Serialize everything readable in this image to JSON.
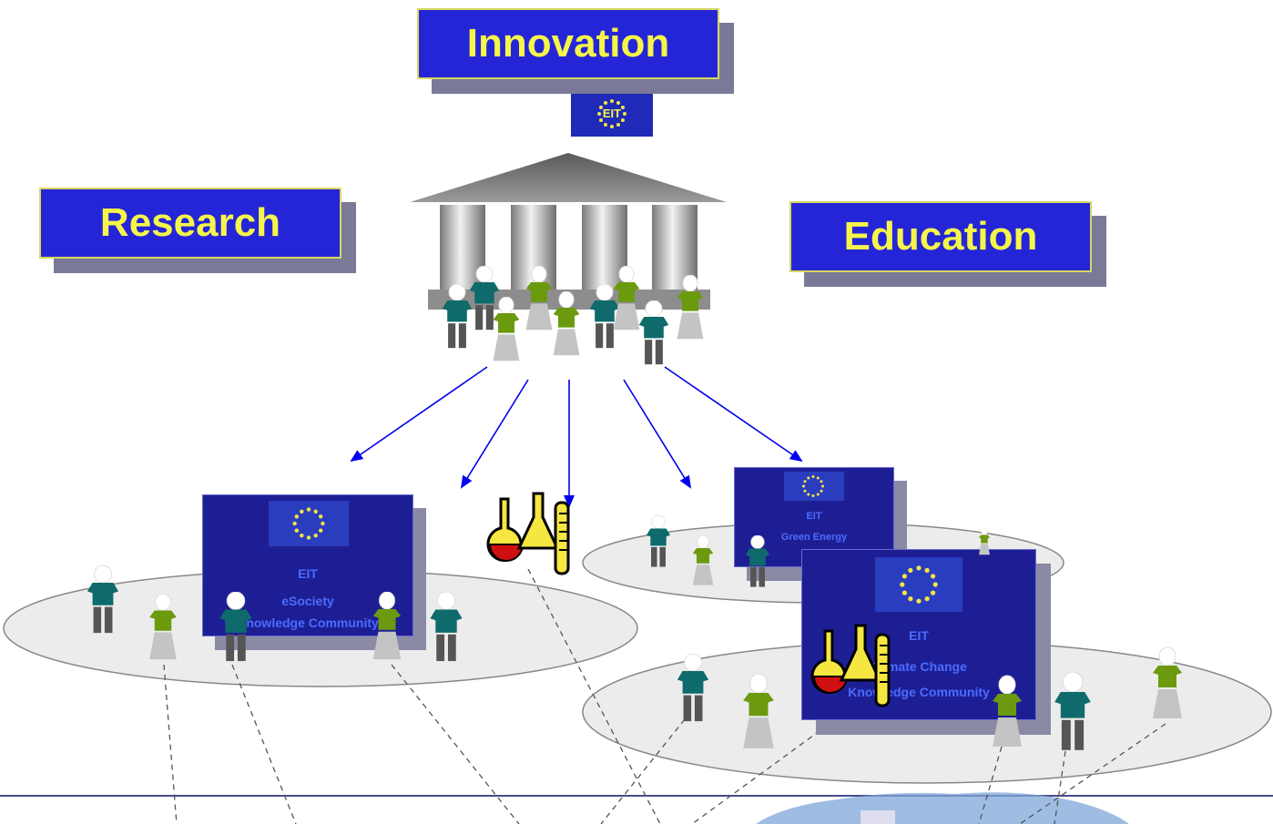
{
  "headers": {
    "innovation": "Innovation",
    "research": "Research",
    "education": "Education"
  },
  "eit_badge": "EIT",
  "kics": [
    {
      "id": "esociety",
      "lines": [
        "EIT",
        "eSociety",
        "Knowledge Community"
      ]
    },
    {
      "id": "green-energy",
      "lines": [
        "EIT",
        "Green Energy"
      ]
    },
    {
      "id": "climate-change",
      "lines": [
        "EIT",
        "Climate Change",
        "Knowledge Community"
      ]
    }
  ],
  "colors": {
    "header_blue": "#2525d8",
    "header_text": "#f5f54a",
    "panel_blue": "#1e1e94",
    "person_teal": "#0f6b6b",
    "person_green": "#6b9a0f",
    "arrow": "#0000ee"
  },
  "icons": [
    "eu-flag-icon",
    "temple-icon",
    "lab-flask-icon",
    "person-icon"
  ]
}
